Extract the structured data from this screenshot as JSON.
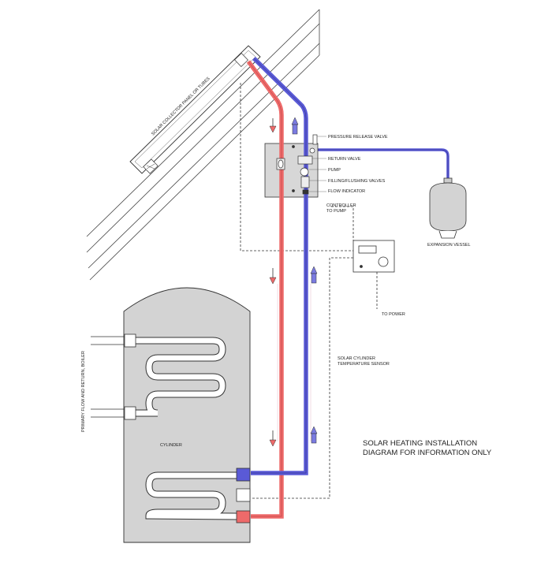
{
  "labels": {
    "collector": "SOLAR COLLECTOR PANEL OR TUBES",
    "pressure_release_valve": "PRESSURE RELEASE VALVE",
    "return_valve": "RETURN VALVE",
    "pump": "PUMP",
    "filling_flushing_valves": "FILLING/FLUSHING VALVES",
    "flow_indicator": "FLOW INDICATOR",
    "controller_line1": "CONTROLLER",
    "controller_line2": "TO PUMP",
    "expansion_vessel": "EXPANSION VESSEL",
    "to_power": "TO POWER",
    "sensor_line1": "SOLAR CYLINDER",
    "sensor_line2": "TEMPERATURE SENSOR",
    "primary_flow": "PRIMARY FLOW AND RETURN, BOILER",
    "cylinder": "CYLINDER",
    "title_line1": "SOLAR HEATING INSTALLATION",
    "title_line2": "DIAGRAM FOR INFORMATION ONLY"
  },
  "colors": {
    "flow_pipe": "#ee6a6a",
    "return_pipe": "#5a5ad6",
    "cylinder_fill": "#d3d3d3",
    "outline": "#333333"
  }
}
